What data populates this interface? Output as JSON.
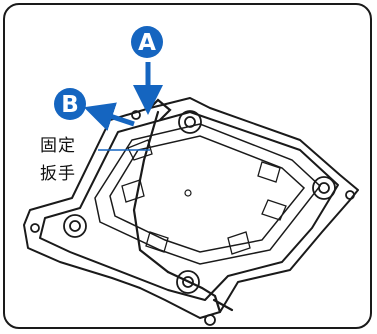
{
  "callouts": {
    "a": {
      "letter": "A",
      "color": "#1565c0"
    },
    "b": {
      "letter": "B",
      "color": "#1565c0"
    }
  },
  "label": {
    "line1": "固定",
    "line2": "扳手"
  },
  "colors": {
    "accent": "#1565c0",
    "line": "#1a1a1a",
    "plate": "#ffffff"
  }
}
